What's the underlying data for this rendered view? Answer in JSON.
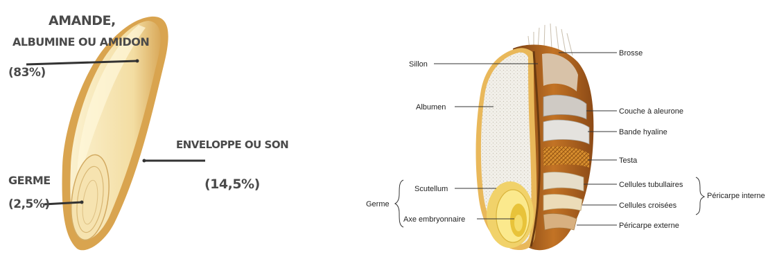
{
  "left_diagram": {
    "amande_line1": "AMANDE,",
    "amande_line2": "ALBUMINE OU AMIDON",
    "amande_pct": "(83%)",
    "enveloppe_label": "ENVELOPPE OU SON",
    "enveloppe_pct": "(14,5%)",
    "germe_label": "GERME",
    "germe_pct": "(2,5%)"
  },
  "right_diagram": {
    "labels_right": [
      "Brosse",
      "Couche à aleurone",
      "Bande hyaline",
      "Testa",
      "Cellules tubullaires",
      "Cellules croisées",
      "Péricarpe externe"
    ],
    "labels_left": [
      "Sillon",
      "Albumen",
      "Scutellum",
      "Axe embryonnaire"
    ],
    "group_left": "Germe",
    "group_right": "Péricarpe interne"
  },
  "colors": {
    "grain_light": "#f7ecc4",
    "grain_dark": "#e0b868",
    "bran": "#b5651d",
    "germ": "#f2d74a"
  }
}
